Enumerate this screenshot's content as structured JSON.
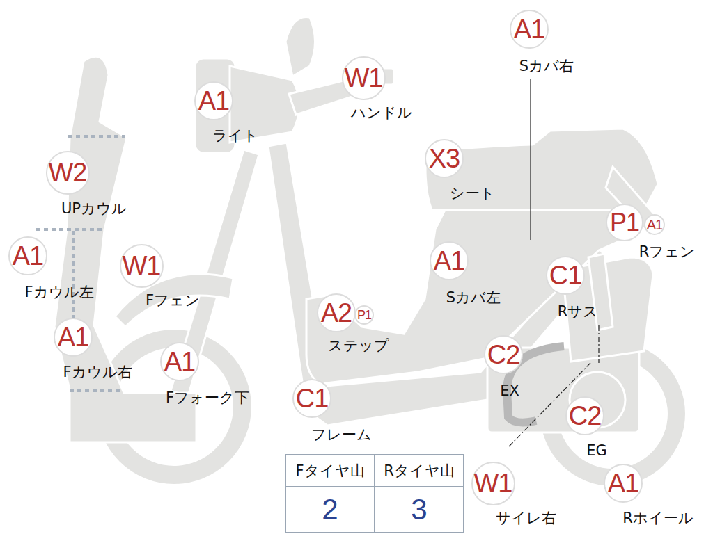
{
  "diagram": {
    "nodes": [
      {
        "text": [
          "A1",
          "Sカバ右"
        ]
      },
      {
        "text": [
          "W1",
          "ハンドル"
        ]
      },
      {
        "text": [
          "A1",
          "ライト"
        ]
      },
      {
        "text": [
          "X3",
          "シート"
        ]
      },
      {
        "text": [
          "W2",
          "UPカウル"
        ]
      },
      {
        "text": [
          "P1"
        ]
      },
      {
        "text": [
          "A1"
        ]
      },
      {
        "text": [
          "A1",
          "Fカウル左"
        ]
      },
      {
        "text": [
          "W1",
          "Fフェン"
        ]
      },
      {
        "text": [
          "A1",
          "Sカバ左"
        ]
      },
      {
        "text": [
          "C1",
          "Rサス"
        ]
      },
      {
        "text": [
          "A2",
          "ステップ"
        ]
      },
      {
        "text": [
          "P1"
        ]
      },
      {
        "text": [
          "A1",
          "Fカウル右"
        ]
      },
      {
        "text": [
          "A1",
          "Fフォーク下"
        ]
      },
      {
        "text": [
          "C2",
          "EX"
        ]
      },
      {
        "text": [
          "C1",
          "フレーム"
        ]
      },
      {
        "text": [
          "C2",
          "EG"
        ]
      },
      {
        "text": [
          "W1",
          "サイレ右"
        ]
      },
      {
        "text": [
          "A1",
          "Rホイール"
        ]
      }
    ],
    "labels": [
      "Rフェン",
      "Fタイヤ山",
      "Rタイヤ山",
      "2",
      "3"
    ]
  }
}
